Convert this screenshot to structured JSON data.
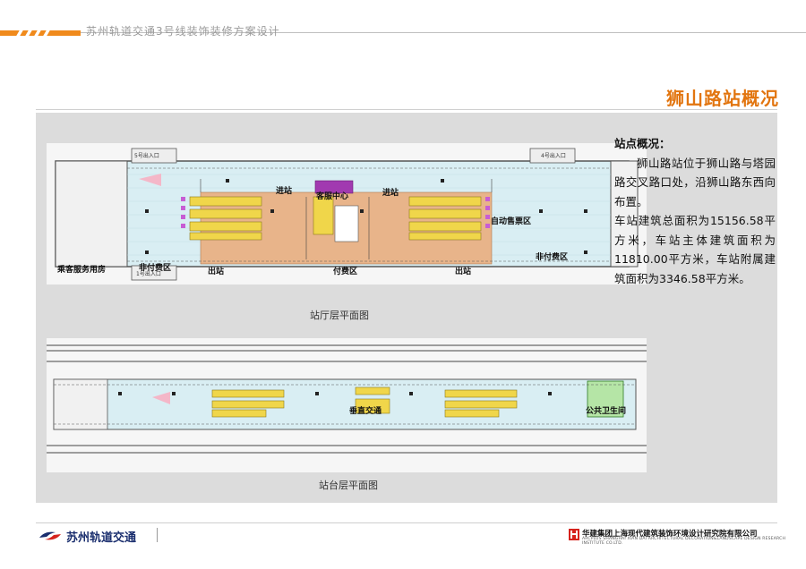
{
  "header": {
    "project_title": "苏州轨道交通3号线装饰装修方案设计"
  },
  "page": {
    "title": "狮山路站概况"
  },
  "concourse_plan": {
    "caption": "站厅层平面图",
    "labels": {
      "exit5": "5号出入口",
      "exit4": "4号出入口",
      "exit1": "1号出入口",
      "entry_left": "进站",
      "entry_right": "进站",
      "service_center": "客服中心",
      "ticketing": "自动售票区",
      "passenger_room": "乘客服务用房",
      "unpaid_left": "非付费区",
      "unpaid_right": "非付费区",
      "exit_left": "出站",
      "exit_right": "出站",
      "paid": "付费区"
    }
  },
  "platform_plan": {
    "caption": "站台层平面图",
    "labels": {
      "vertical": "垂直交通",
      "restroom": "公共卫生间"
    }
  },
  "overview": {
    "heading": "站点概况：",
    "para1": "狮山路站位于狮山路与塔园路交叉路口处，沿狮山路东西向布置。",
    "para2": "车站建筑总面积为15156.58平方米，车站主体建筑面积为11810.00平方米，车站附属建筑面积为3346.58平方米。"
  },
  "footer": {
    "brand": "苏州轨道交通",
    "company": "华建集团上海现代建筑装饰环境设计研究院有限公司",
    "company_en": "ARCPLUS SHANGHAI XIAN DAI ARCHITECTURAL DECORATION&LANDSCAPE DESIGN RESEARCH INSTITUTE CO.LTD."
  },
  "colors": {
    "accent": "#e2750f",
    "header_bar": "#f08a1c",
    "paid_zone": "#e8b48a",
    "unpaid_zone": "#d9eef3",
    "stairs": "#f0d64a",
    "brand_blue": "#1a2e6e"
  }
}
